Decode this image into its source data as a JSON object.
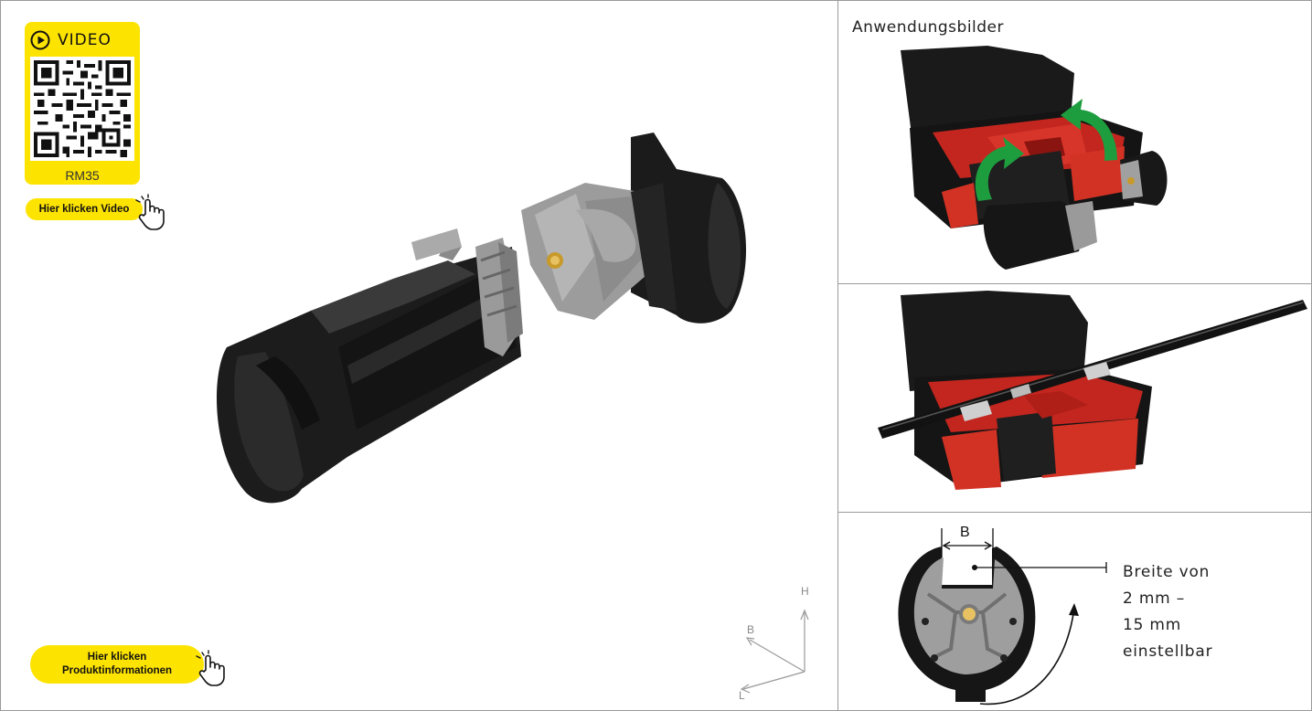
{
  "video_badge": {
    "label": "VIDEO",
    "code": "RM35",
    "play_icon": "play-icon",
    "accent_color": "#fde300"
  },
  "buttons": {
    "video_link": "Hier klicken Video",
    "product_info_line1": "Hier klicken",
    "product_info_line2": "Produktinformationen",
    "hand_icon": "pointing-hand-icon"
  },
  "axes": {
    "height": "H",
    "width": "B",
    "length": "L"
  },
  "application": {
    "title": "Anwendungsbilder",
    "dimension_label": "B",
    "width_text_lines": [
      "Breite von",
      "2 mm –",
      "15 mm",
      "einstellbar"
    ]
  }
}
